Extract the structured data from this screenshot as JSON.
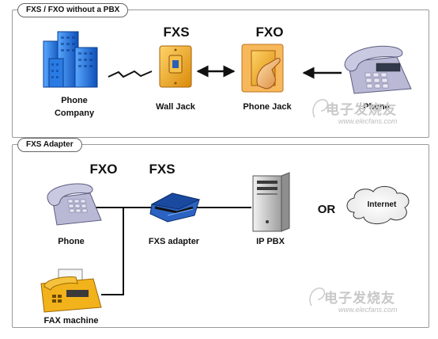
{
  "panels": {
    "top_title": "FXS / FXO without a PBX",
    "bottom_title": "FXS Adapter"
  },
  "top": {
    "fxs": "FXS",
    "fxo": "FXO",
    "phone_company_1": "Phone",
    "phone_company_2": "Company",
    "wall_jack": "Wall Jack",
    "phone_jack": "Phone Jack",
    "phone": "Phone"
  },
  "bottom": {
    "fxo": "FXO",
    "fxs": "FXS",
    "phone": "Phone",
    "fax": "FAX machine",
    "fxs_adapter": "FXS adapter",
    "ip_pbx": "IP PBX",
    "or": "OR",
    "internet": "Internet"
  },
  "watermark": {
    "cn": "电子发烧友",
    "url": "www.elecfans.com"
  },
  "colors": {
    "building": "#1e6fd6",
    "jack_plate": "#f0a020",
    "phone_body": "#a8a8c8",
    "adapter": "#1f4e9a",
    "fax": "#f2b21b"
  }
}
